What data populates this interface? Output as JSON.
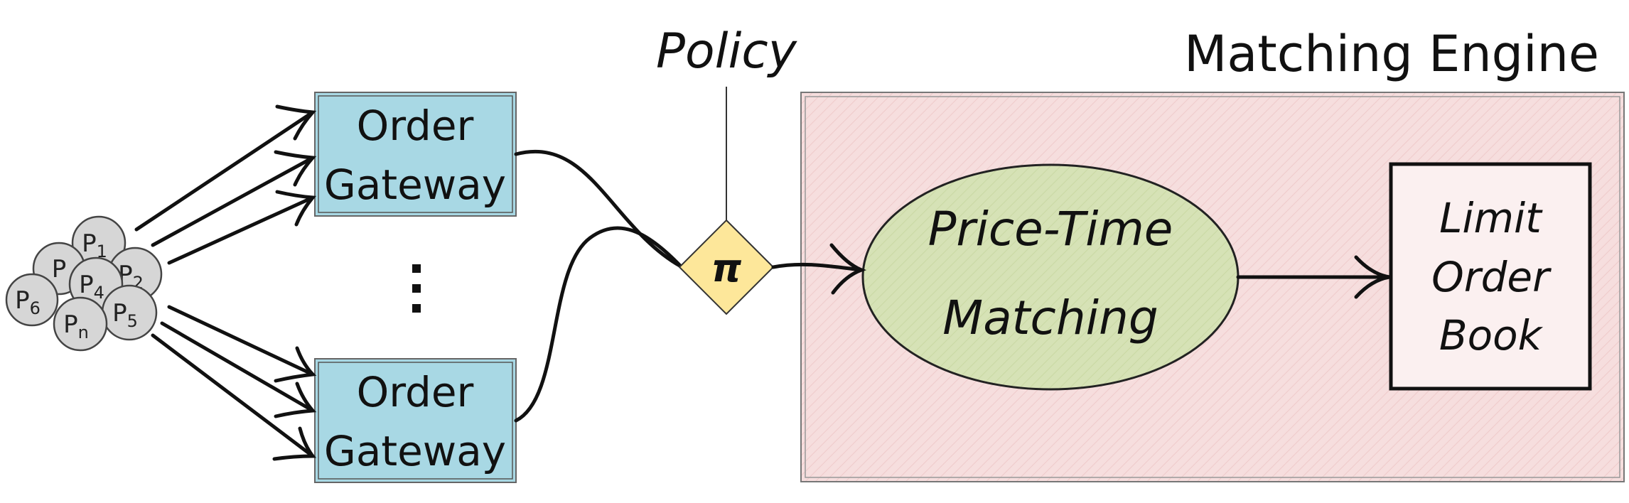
{
  "labels": {
    "policy": "Policy",
    "engine_title": "Matching Engine",
    "gateway_top_line1": "Order",
    "gateway_top_line2": "Gateway",
    "gateway_bottom_line1": "Order",
    "gateway_bottom_line2": "Gateway",
    "policy_symbol": "π",
    "matcher_line1": "Price-Time",
    "matcher_line2": "Matching",
    "book_line1": "Limit",
    "book_line2": "Order",
    "book_line3": "Book"
  },
  "participants": [
    {
      "id": "p1",
      "base": "P",
      "sub": "1"
    },
    {
      "id": "p3",
      "base": "P",
      "sub": ""
    },
    {
      "id": "p2",
      "base": "P",
      "sub": "2"
    },
    {
      "id": "p4",
      "base": "P",
      "sub": "4"
    },
    {
      "id": "p6",
      "base": "P",
      "sub": "6"
    },
    {
      "id": "p5",
      "base": "P",
      "sub": "5"
    },
    {
      "id": "pn",
      "base": "P",
      "sub": "n"
    }
  ],
  "colors": {
    "gateway_fill": "#a8d8e4",
    "engine_fill": "#f6dede",
    "matcher_fill": "#d6e2b6",
    "policy_fill": "#fde79a",
    "book_fill": "#fbf0f0",
    "participant_fill": "#d6d6d6"
  }
}
